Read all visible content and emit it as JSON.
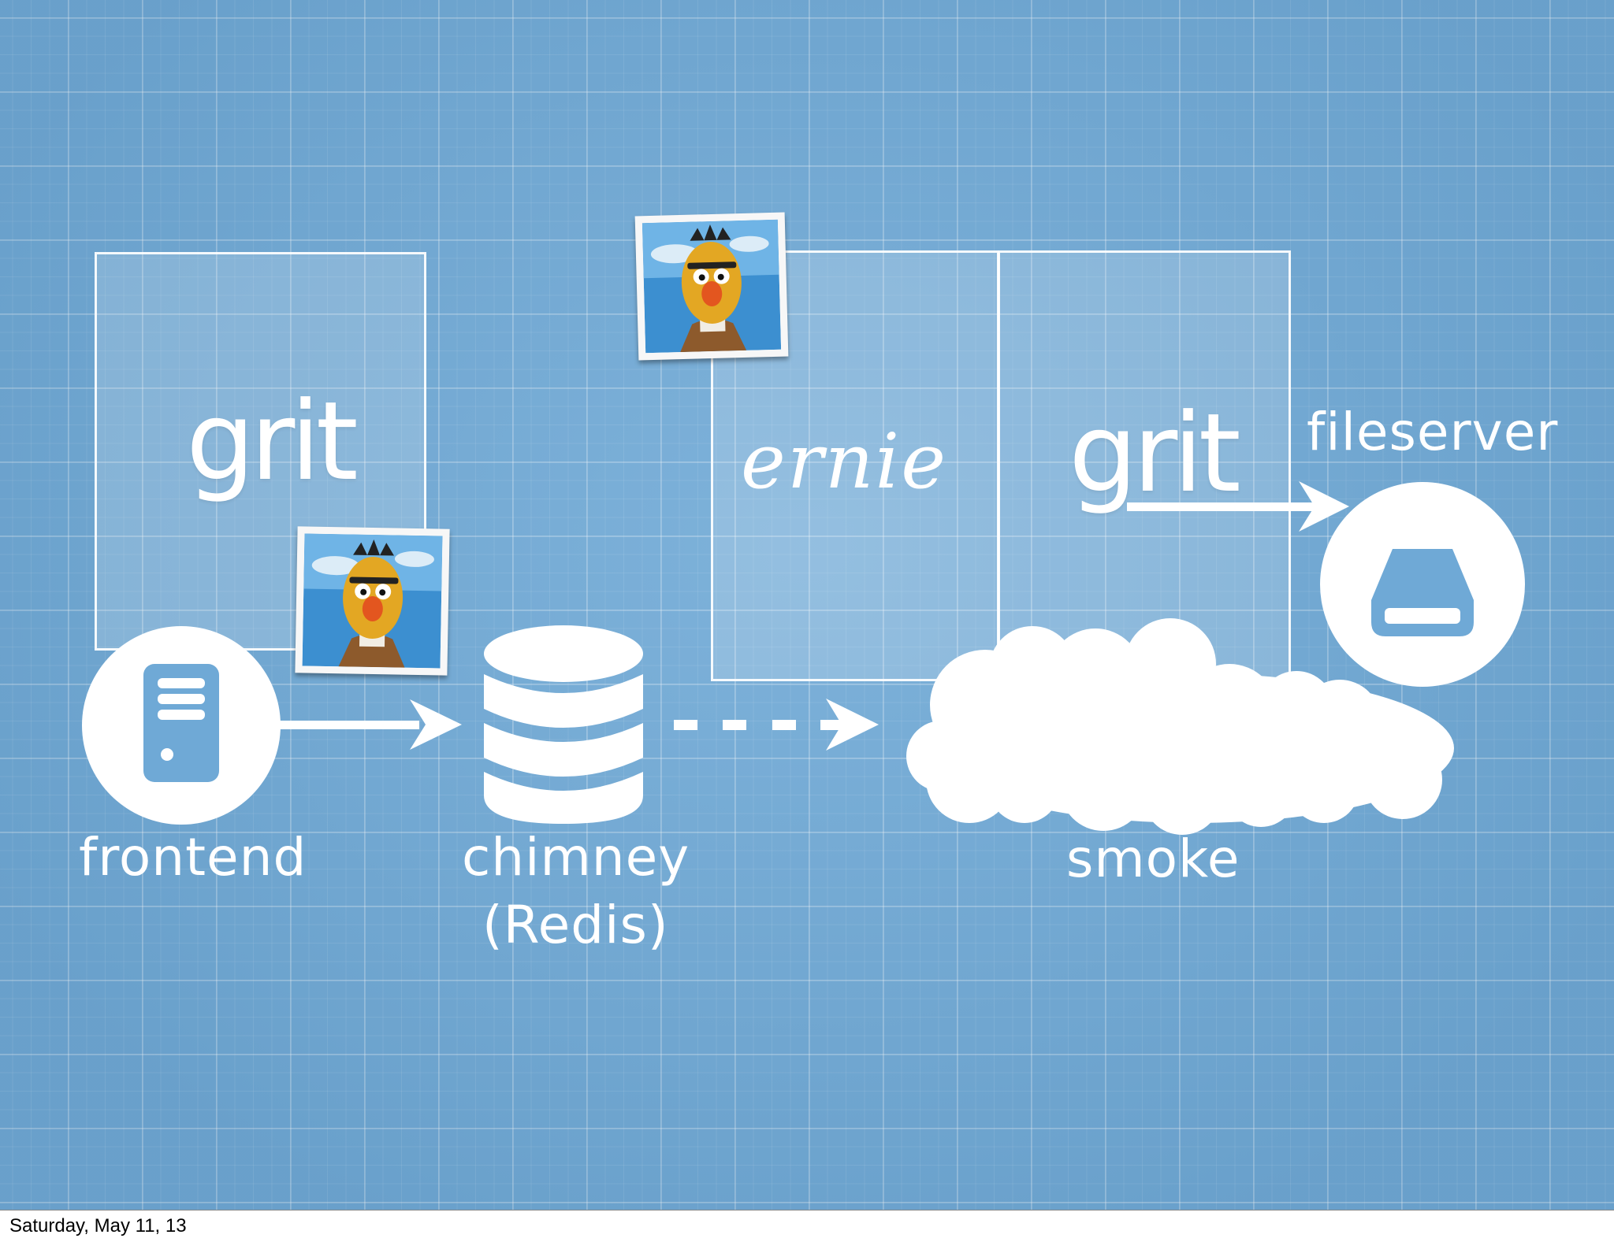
{
  "boxes": {
    "grit_left": "grit",
    "ernie": "ernie",
    "grit_right": "grit"
  },
  "nodes": {
    "frontend": "frontend",
    "chimney": "chimney",
    "chimney_sub": "(Redis)",
    "smoke": "smoke",
    "fileserver": "fileserver"
  },
  "icons": {
    "frontend": "server-icon",
    "chimney": "database-icon",
    "smoke": "cloud-icon",
    "fileserver": "drive-icon",
    "worker_photo": "bert-photo"
  },
  "colors": {
    "background": "#6fa9d6",
    "foreground": "#ffffff"
  },
  "footer": {
    "date": "Saturday, May 11, 13"
  }
}
